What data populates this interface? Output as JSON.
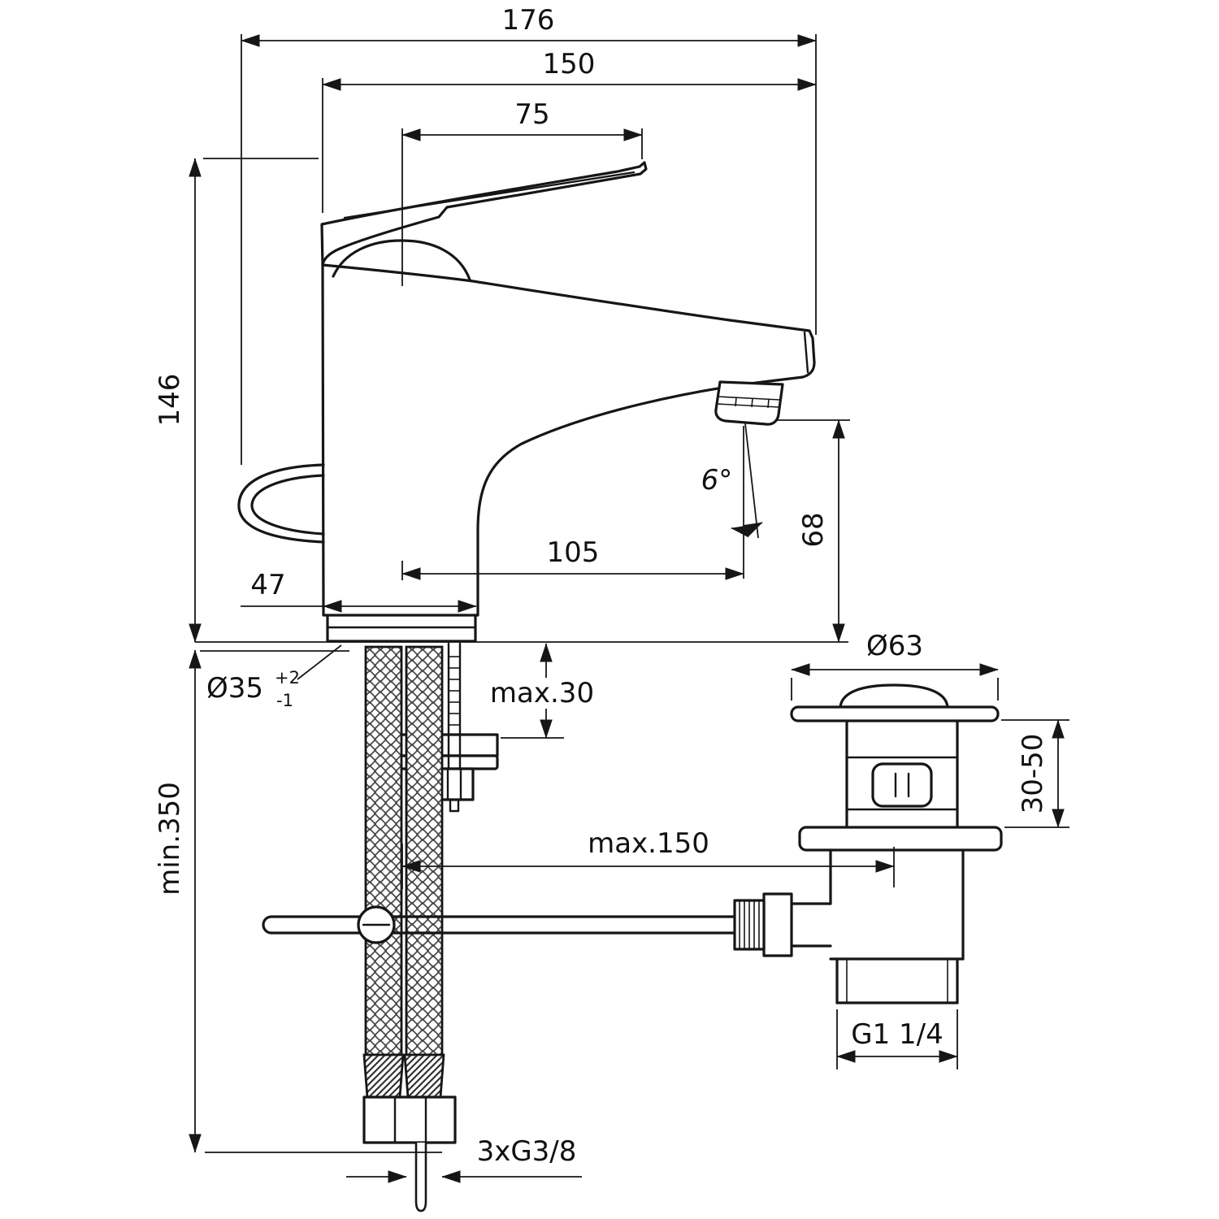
{
  "page": {
    "background": "#ffffff",
    "line_color": "#161616",
    "subject": "single-lever basin mixer with pop-up waste, dimensional technical drawing"
  },
  "drawing": {
    "labels": {
      "dim_176": "176",
      "dim_150": "150",
      "dim_75": "75",
      "dim_146": "146",
      "dim_angle": "6°",
      "dim_68": "68",
      "dim_105": "105",
      "dim_47": "47",
      "dim_hole": "Ø35",
      "dim_hole_tol_up": "+2",
      "dim_hole_tol_dn": "-1",
      "dim_max30": "max.30",
      "dim_min350": "min.350",
      "dim_max150": "max.150",
      "dim_63": "Ø63",
      "dim_3050": "30-50",
      "dim_g114": "G1 1/4",
      "dim_3xg38": "3xG3/8"
    }
  }
}
